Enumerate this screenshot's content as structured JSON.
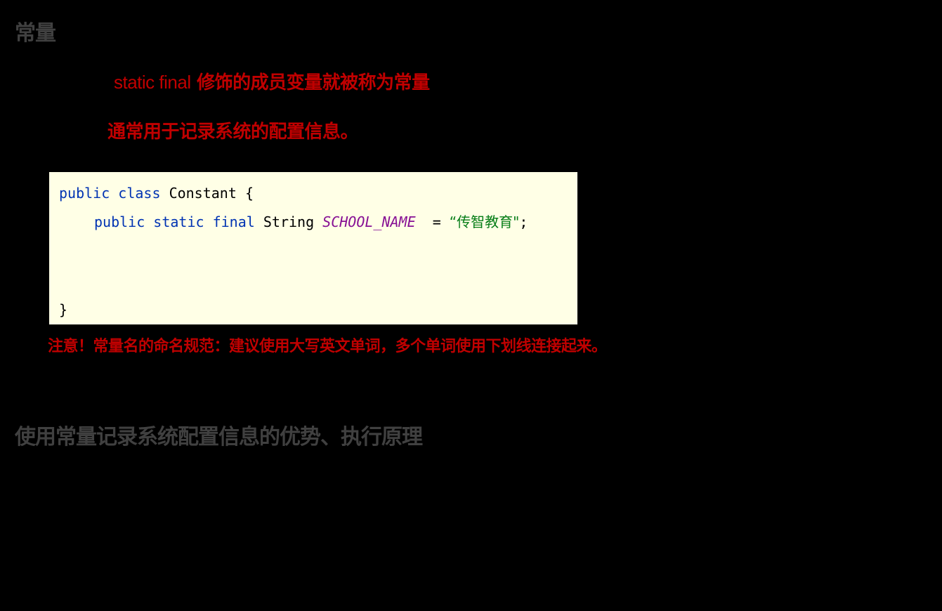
{
  "headings": {
    "constants_title": "常量",
    "advantages_title": "使用常量记录系统配置信息的优势、执行原理"
  },
  "definition": {
    "keyword_text": "static final",
    "description": " 修饰的成员变量就被称为常量"
  },
  "usage": {
    "text": "通常用于记录系统的配置信息。"
  },
  "code_example": {
    "background_color": "#ffffe6",
    "line1": {
      "kw_public": "public",
      "kw_class": "class",
      "class_name": "Constant",
      "open_brace": "{"
    },
    "line2": {
      "kw_public": "public",
      "kw_static": "static",
      "kw_final": "final",
      "type": "String",
      "const_name": "SCHOOL_NAME",
      "assign": "=",
      "string_value": "“传智教育\"",
      "semicolon": ";"
    },
    "line3": {
      "close_brace": "}"
    }
  },
  "note": {
    "text": "注意！常量名的命名规范：建议使用大写英文单词，多个单词使用下划线连接起来。"
  },
  "colors": {
    "background": "#000000",
    "heading": "#404040",
    "emphasis_red": "#c00000",
    "keyword_blue": "#0033b3",
    "constant_purple": "#871094",
    "string_green": "#067d17"
  }
}
